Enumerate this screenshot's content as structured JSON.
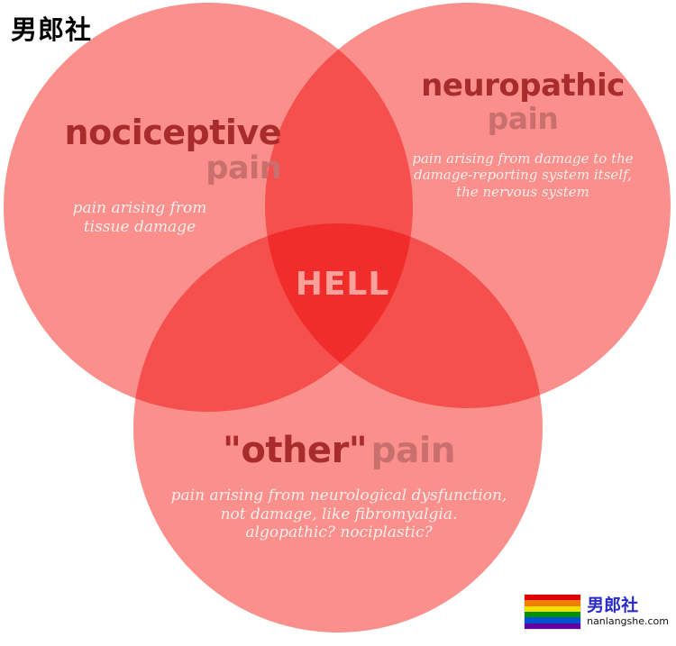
{
  "watermark": {
    "top_left": "男郎社"
  },
  "chart_data": {
    "type": "venn",
    "title": "",
    "sets": [
      {
        "id": "nociceptive",
        "heading_main": "nociceptive",
        "heading_sub": "pain",
        "description": "pain arising from\ntissue damage",
        "description_lines": [
          "pain arising from",
          "tissue damage"
        ],
        "position": "left",
        "center": [
          231,
          230
        ],
        "radius": 227,
        "color": "#fa8f8c"
      },
      {
        "id": "neuropathic",
        "heading_main": "neuropathic",
        "heading_sub": "pain",
        "description": "pain arising from damage to the\ndamage-reporting system itself,\nthe nervous system",
        "description_lines": [
          "pain arising from damage to the",
          "damage-reporting system itself,",
          "the nervous system"
        ],
        "position": "right",
        "center": [
          519,
          228
        ],
        "radius": 225,
        "color": "#fa8f8c"
      },
      {
        "id": "other",
        "heading_main": "\"other\"",
        "heading_sub": "pain",
        "description": "pain arising from neurological dysfunction,\nnot damage, like fibromyalgia.\nalgopathic? nociplastic?",
        "description_lines": [
          "pain arising from neurological dysfunction,",
          "not damage, like fibromyalgia.",
          "algopathic? nociplastic?"
        ],
        "position": "bottom",
        "center": [
          375,
          475
        ],
        "radius": 227,
        "color": "#fa8f8c"
      }
    ],
    "intersections": [
      {
        "id": "all-three",
        "sets": [
          "nociceptive",
          "neuropathic",
          "other"
        ],
        "label": "HELL",
        "color": "#f9544b"
      }
    ],
    "colors": {
      "circle_fill": "#fa8f8c",
      "two_way_overlap": "#fa6159",
      "three_way_overlap": "#f9544b",
      "heading_main": "#a82c2c",
      "heading_sub": "#c96f6d",
      "description_text": "#fdeeec",
      "center_label": "#fba09b",
      "background": "#ffffff"
    }
  },
  "logo": {
    "brand_cn": "男郎社",
    "url": "nanlangshe.com",
    "flag_name": "rainbow-pride-flag",
    "flag_stripes": [
      "#e00000",
      "#f08000",
      "#f5e000",
      "#009000",
      "#0050d0",
      "#6000a0"
    ]
  }
}
